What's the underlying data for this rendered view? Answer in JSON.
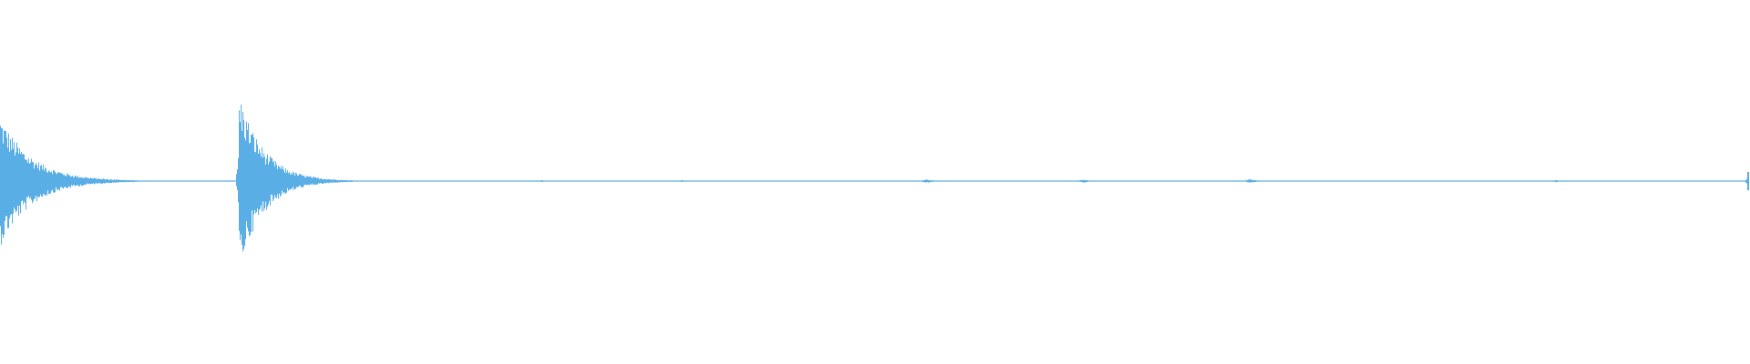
{
  "chart_data": {
    "type": "waveform",
    "title": "",
    "xlabel": "",
    "ylabel": "",
    "axes_visible": false,
    "grid": false,
    "legend": "none",
    "duration_fraction_domain": [
      0,
      1
    ],
    "amplitude_range": [
      -1,
      1
    ],
    "baseline_amplitude": 0,
    "colors": {
      "waveform": "#5aaee6",
      "background": "#ffffff"
    },
    "transients": [
      {
        "t": 0.0,
        "peak_pos": 0.72,
        "peak_neg": -0.72,
        "decay": 0.018
      },
      {
        "t": 0.1362,
        "peak_pos": 1.0,
        "peak_neg": -1.0,
        "decay": 0.014
      },
      {
        "t": 0.999,
        "peak_pos": 0.1,
        "peak_neg": -0.1,
        "decay": 0.001
      }
    ],
    "noise_bumps": [
      {
        "t": 0.19,
        "amp": 0.01
      },
      {
        "t": 0.31,
        "amp": 0.012
      },
      {
        "t": 0.39,
        "amp": 0.012
      },
      {
        "t": 0.53,
        "amp": 0.02
      },
      {
        "t": 0.62,
        "amp": 0.018
      },
      {
        "t": 0.715,
        "amp": 0.022
      },
      {
        "t": 0.89,
        "amp": 0.012
      }
    ],
    "noise_floor": 0.004
  }
}
